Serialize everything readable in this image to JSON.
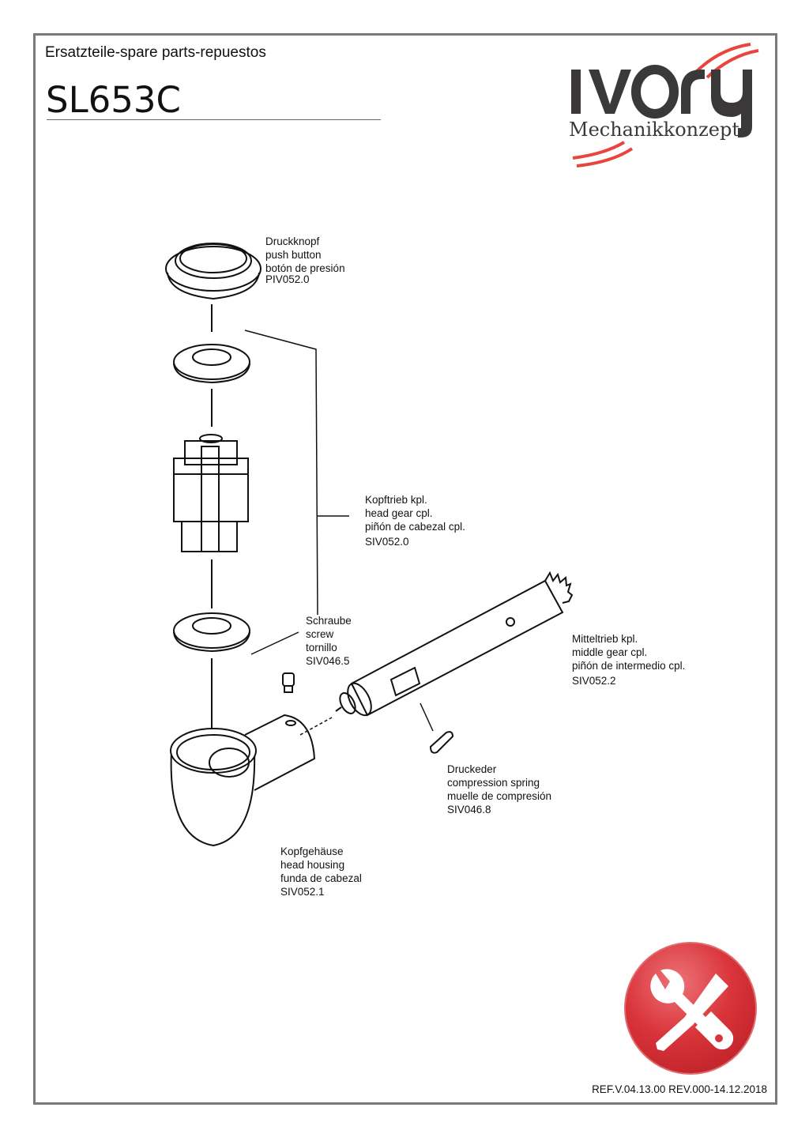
{
  "header": {
    "title": "Ersatzteile-spare parts-repuestos",
    "model": "SL653C"
  },
  "logo": {
    "brand": "Ivory",
    "tagline": "Mechanikkonzept",
    "accent": "#e8463c",
    "dark": "#3a3839"
  },
  "parts": [
    {
      "lines": [
        "Druckknopf",
        "push button",
        "botón de presión",
        "PIV052.0"
      ]
    },
    {
      "lines": [
        "Kopftrieb kpl.",
        "head gear cpl.",
        "piñón de cabezal cpl.",
        "SIV052.0"
      ]
    },
    {
      "lines": [
        "Schraube",
        "screw",
        "tornillo",
        "SIV046.5"
      ]
    },
    {
      "lines": [
        "Mitteltrieb kpl.",
        "middle gear cpl.",
        "piñón de intermedio cpl.",
        "SIV052.2"
      ]
    },
    {
      "lines": [
        "Druckeder",
        "compression spring",
        "muelle de compresión",
        "SIV046.8"
      ]
    },
    {
      "lines": [
        "Kopfgehäuse",
        "head housing",
        "funda de cabezal",
        "SIV052.1"
      ]
    }
  ],
  "badge": {
    "icon": "tools-icon",
    "color": "#d9343a"
  },
  "footer": {
    "reference": "REF.V.04.13.00 REV.000-14.12.2018"
  }
}
